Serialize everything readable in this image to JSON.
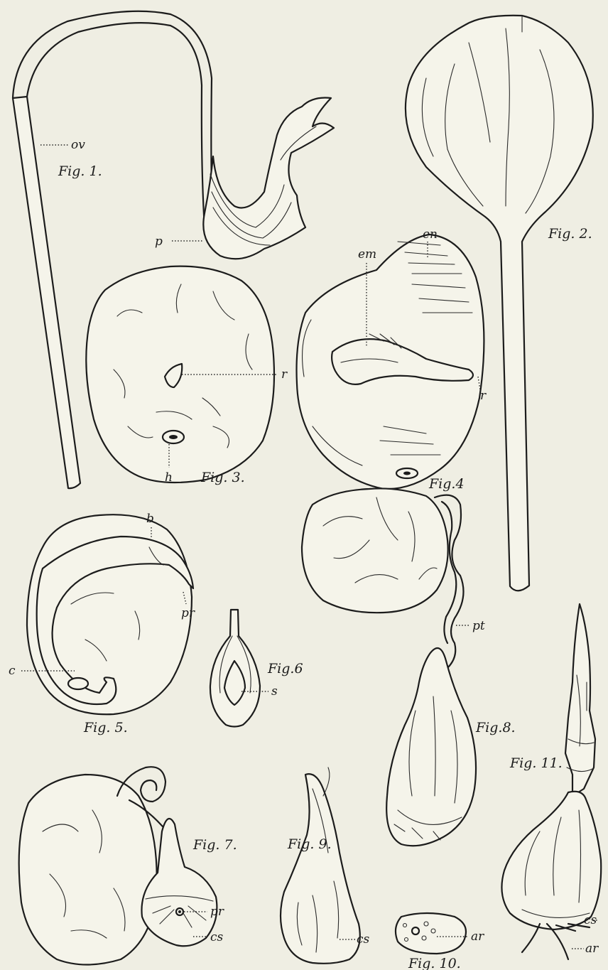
{
  "figures": {
    "fig1": "Fig. 1.",
    "fig2": "Fig. 2.",
    "fig3": "Fig. 3.",
    "fig4": "Fig.4",
    "fig5": "Fig. 5.",
    "fig6": "Fig.6",
    "fig7": "Fig. 7.",
    "fig8": "Fig.8.",
    "fig9": "Fig. 9.",
    "fig10": "Fig. 10.",
    "fig11": "Fig. 11."
  },
  "labels": {
    "ov": "ov",
    "p": "p",
    "em": "em",
    "en": "en",
    "r_fig3": "r",
    "r_fig4": "r",
    "h": "h",
    "b": "b",
    "pr_fig5": "pr",
    "c": "c",
    "s": "s",
    "pt": "pt",
    "pr_fig7": "pr",
    "cs_fig7": "cs",
    "cs_fig9": "cs",
    "ar_fig10": "ar",
    "cs_fig11": "cs",
    "ar_fig11": "ar"
  },
  "colors": {
    "paper": "#efeee3",
    "ink": "#1c1c1c"
  }
}
